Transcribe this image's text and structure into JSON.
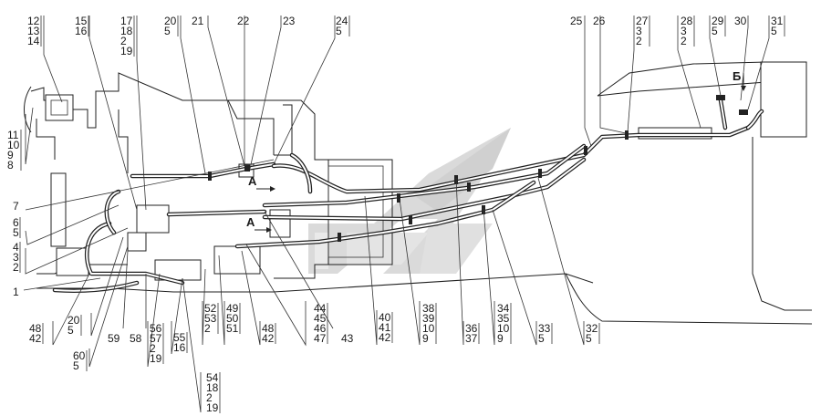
{
  "callouts_top": [
    {
      "id": "t1",
      "lines": [
        "12",
        "13",
        "14"
      ]
    },
    {
      "id": "t2",
      "lines": [
        "15",
        "16"
      ]
    },
    {
      "id": "t3",
      "lines": [
        "17",
        "18",
        "2",
        "19"
      ]
    },
    {
      "id": "t4",
      "lines": [
        "20",
        "5"
      ]
    },
    {
      "id": "t5",
      "lines": [
        "21"
      ]
    },
    {
      "id": "t6",
      "lines": [
        "22"
      ]
    },
    {
      "id": "t7",
      "lines": [
        "23"
      ]
    },
    {
      "id": "t8",
      "lines": [
        "24",
        "5"
      ]
    },
    {
      "id": "t9",
      "lines": [
        "25"
      ]
    },
    {
      "id": "t10",
      "lines": [
        "26"
      ]
    },
    {
      "id": "t11",
      "lines": [
        "27",
        "3",
        "2"
      ]
    },
    {
      "id": "t12",
      "lines": [
        "28",
        "3",
        "2"
      ]
    },
    {
      "id": "t13",
      "lines": [
        "29",
        "5"
      ]
    },
    {
      "id": "t14",
      "lines": [
        "30"
      ]
    },
    {
      "id": "t15",
      "lines": [
        "31",
        "5"
      ]
    }
  ],
  "callouts_left": [
    {
      "id": "l1",
      "lines": [
        "11",
        "10",
        "9",
        "8"
      ]
    },
    {
      "id": "l2",
      "lines": [
        "7"
      ]
    },
    {
      "id": "l3",
      "lines": [
        "6",
        "5"
      ]
    },
    {
      "id": "l4",
      "lines": [
        "4",
        "3",
        "2"
      ]
    },
    {
      "id": "l5",
      "lines": [
        "1"
      ]
    }
  ],
  "callouts_bottom": [
    {
      "id": "b1",
      "lines": [
        "48",
        "42"
      ]
    },
    {
      "id": "b2",
      "lines": [
        "20",
        "5"
      ]
    },
    {
      "id": "b3",
      "lines": [
        "60",
        "5"
      ]
    },
    {
      "id": "b4",
      "lines": [
        "59"
      ]
    },
    {
      "id": "b5",
      "lines": [
        "58"
      ]
    },
    {
      "id": "b6",
      "lines": [
        "56",
        "57",
        "2",
        "19"
      ]
    },
    {
      "id": "b7",
      "lines": [
        "55",
        "16"
      ]
    },
    {
      "id": "b8",
      "lines": [
        "54",
        "18",
        "2",
        "19"
      ]
    },
    {
      "id": "b9",
      "lines": [
        "52",
        "53",
        "2"
      ]
    },
    {
      "id": "b10",
      "lines": [
        "49",
        "50",
        "51"
      ]
    },
    {
      "id": "b11",
      "lines": [
        "48",
        "42"
      ]
    },
    {
      "id": "b12",
      "lines": [
        "44",
        "45",
        "46",
        "47"
      ]
    },
    {
      "id": "b13",
      "lines": [
        "43"
      ]
    },
    {
      "id": "b14",
      "lines": [
        "40",
        "41",
        "42"
      ]
    },
    {
      "id": "b15",
      "lines": [
        "38",
        "39",
        "10",
        "9"
      ]
    },
    {
      "id": "b16",
      "lines": [
        "36",
        "37"
      ]
    },
    {
      "id": "b17",
      "lines": [
        "34",
        "35",
        "10",
        "9"
      ]
    },
    {
      "id": "b18",
      "lines": [
        "33",
        "5"
      ]
    },
    {
      "id": "b19",
      "lines": [
        "32",
        "5"
      ]
    }
  ],
  "view_marks": {
    "a1": "А",
    "a2": "А",
    "b": "Б"
  },
  "colors": {
    "ink": "#1f1f1f",
    "watermark": "#b9b9b9"
  }
}
